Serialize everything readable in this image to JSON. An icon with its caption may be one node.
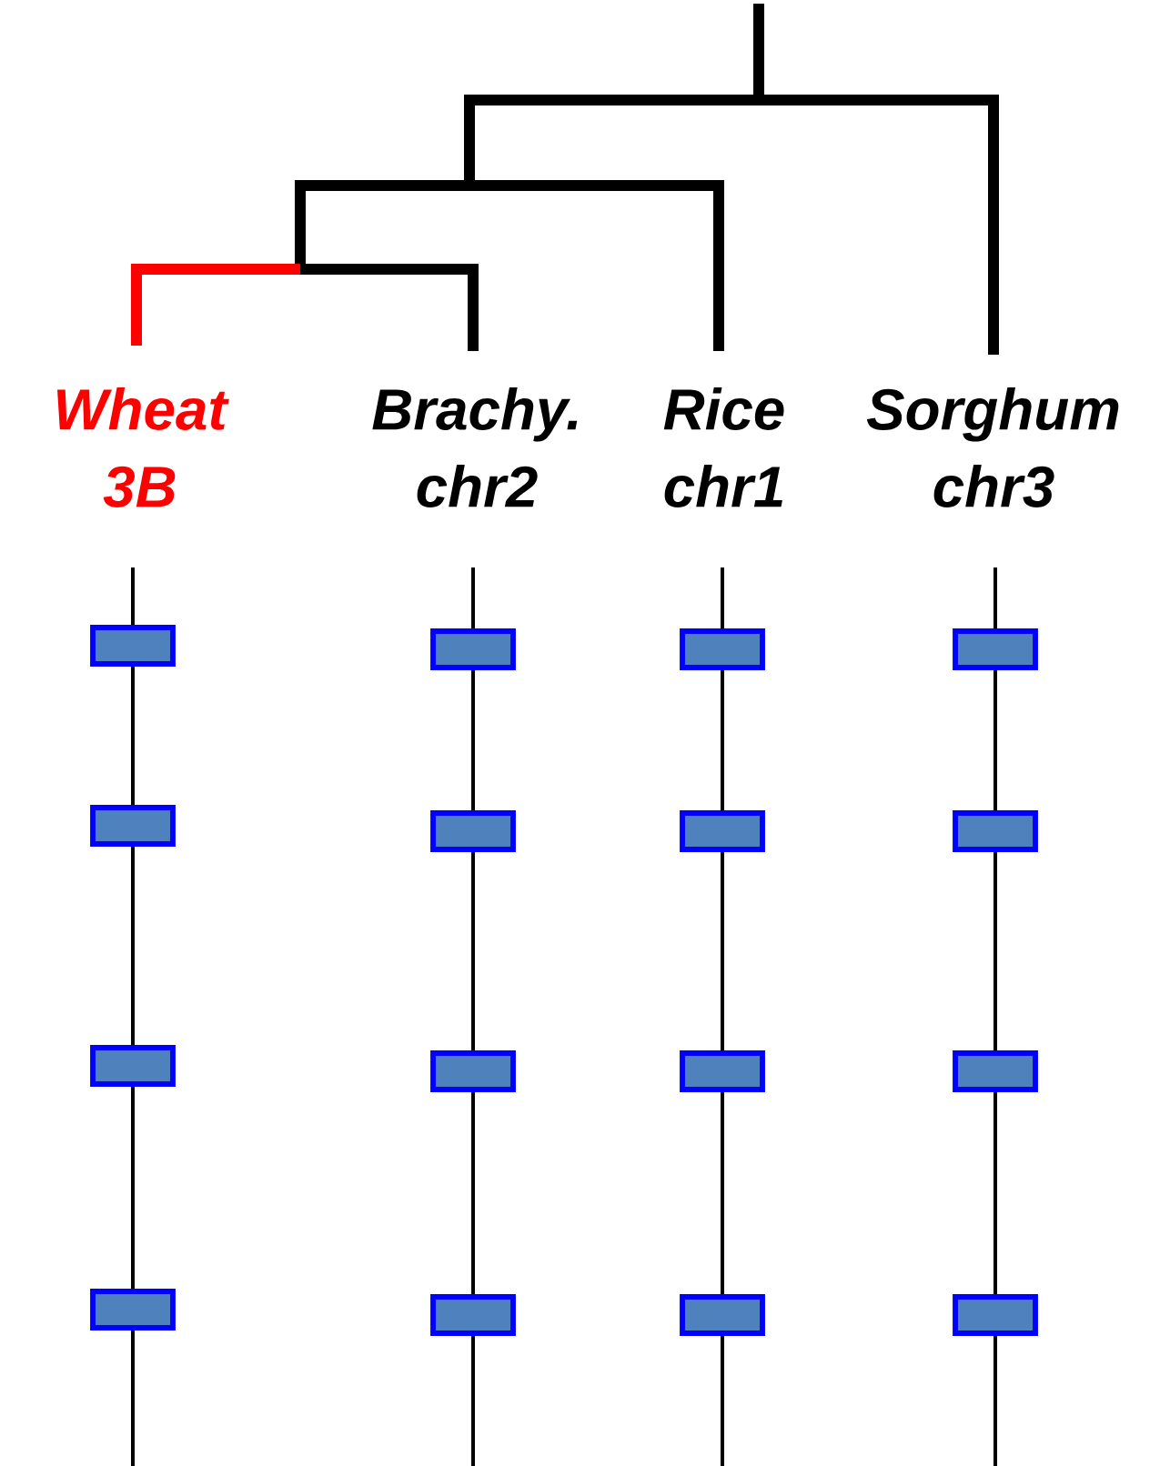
{
  "diagram": {
    "labels": [
      "Wheat 3B",
      "Brachy. chr2",
      "Rice chr1",
      "Sorghum chr3"
    ]
  }
}
